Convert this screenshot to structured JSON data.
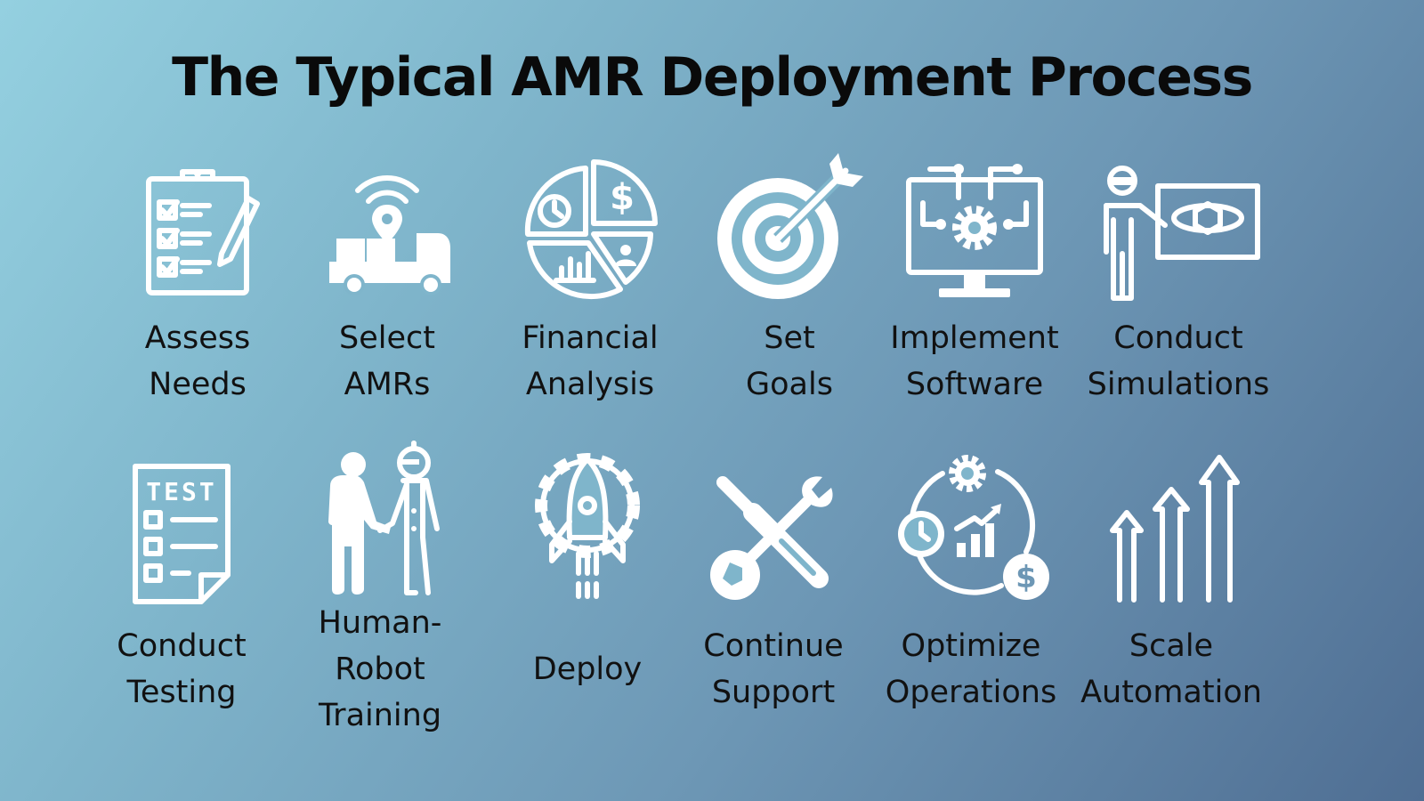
{
  "title": "The Typical AMR Deployment Process",
  "steps": [
    {
      "lines": [
        "Assess",
        "Needs"
      ],
      "icon": "clipboard-checklist-icon"
    },
    {
      "lines": [
        "Select",
        "AMRs"
      ],
      "icon": "delivery-truck-icon"
    },
    {
      "lines": [
        "Financial",
        "Analysis"
      ],
      "icon": "pie-chart-icon"
    },
    {
      "lines": [
        "Set",
        "Goals"
      ],
      "icon": "target-icon"
    },
    {
      "lines": [
        "Implement",
        "Software"
      ],
      "icon": "monitor-gear-icon"
    },
    {
      "lines": [
        "Conduct",
        "Simulations"
      ],
      "icon": "presenter-icon"
    },
    {
      "lines": [
        "Conduct",
        "Testing"
      ],
      "icon": "test-document-icon"
    },
    {
      "lines": [
        "Human-",
        "Robot",
        "Training"
      ],
      "icon": "human-robot-handshake-icon"
    },
    {
      "lines": [
        "Deploy"
      ],
      "icon": "rocket-gear-icon"
    },
    {
      "lines": [
        "Continue",
        "Support"
      ],
      "icon": "tools-icon"
    },
    {
      "lines": [
        "Optimize",
        "Operations"
      ],
      "icon": "optimize-cycle-icon"
    },
    {
      "lines": [
        "Scale",
        "Automation"
      ],
      "icon": "growth-arrows-icon"
    }
  ]
}
